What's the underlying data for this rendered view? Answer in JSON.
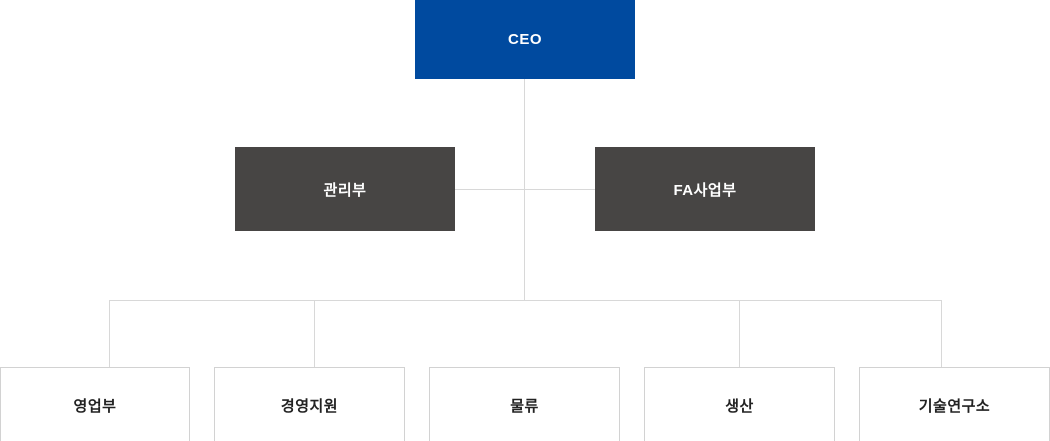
{
  "chart_data": {
    "type": "diagram",
    "title": "",
    "orientation": "top-down",
    "levels": [
      {
        "level": 1,
        "nodes": [
          {
            "id": "ceo",
            "label": "CEO",
            "style": "primary",
            "color": "#004a9f"
          }
        ]
      },
      {
        "level": 2,
        "nodes": [
          {
            "id": "mgmt",
            "label": "관리부",
            "style": "dark",
            "color": "#474544"
          },
          {
            "id": "fa",
            "label": "FA사업부",
            "style": "dark",
            "color": "#474544"
          }
        ]
      },
      {
        "level": 3,
        "nodes": [
          {
            "id": "sales",
            "label": "영업부",
            "style": "plain",
            "color": "#ffffff"
          },
          {
            "id": "support",
            "label": "경영지원",
            "style": "plain",
            "color": "#ffffff"
          },
          {
            "id": "logistics",
            "label": "물류",
            "style": "plain",
            "color": "#ffffff"
          },
          {
            "id": "production",
            "label": "생산",
            "style": "plain",
            "color": "#ffffff"
          },
          {
            "id": "rnd",
            "label": "기술연구소",
            "style": "plain",
            "color": "#ffffff"
          }
        ]
      }
    ],
    "edges": [
      {
        "from": "ceo",
        "to": "mgmt"
      },
      {
        "from": "ceo",
        "to": "fa"
      },
      {
        "from": "ceo",
        "to": "sales"
      },
      {
        "from": "ceo",
        "to": "support"
      },
      {
        "from": "ceo",
        "to": "logistics"
      },
      {
        "from": "ceo",
        "to": "production"
      },
      {
        "from": "ceo",
        "to": "rnd"
      }
    ],
    "colors": {
      "ceo": "#004a9f",
      "department": "#474544",
      "team_border": "#d2d2d2",
      "connector": "#d8d8d8",
      "background": "#ffffff"
    }
  }
}
